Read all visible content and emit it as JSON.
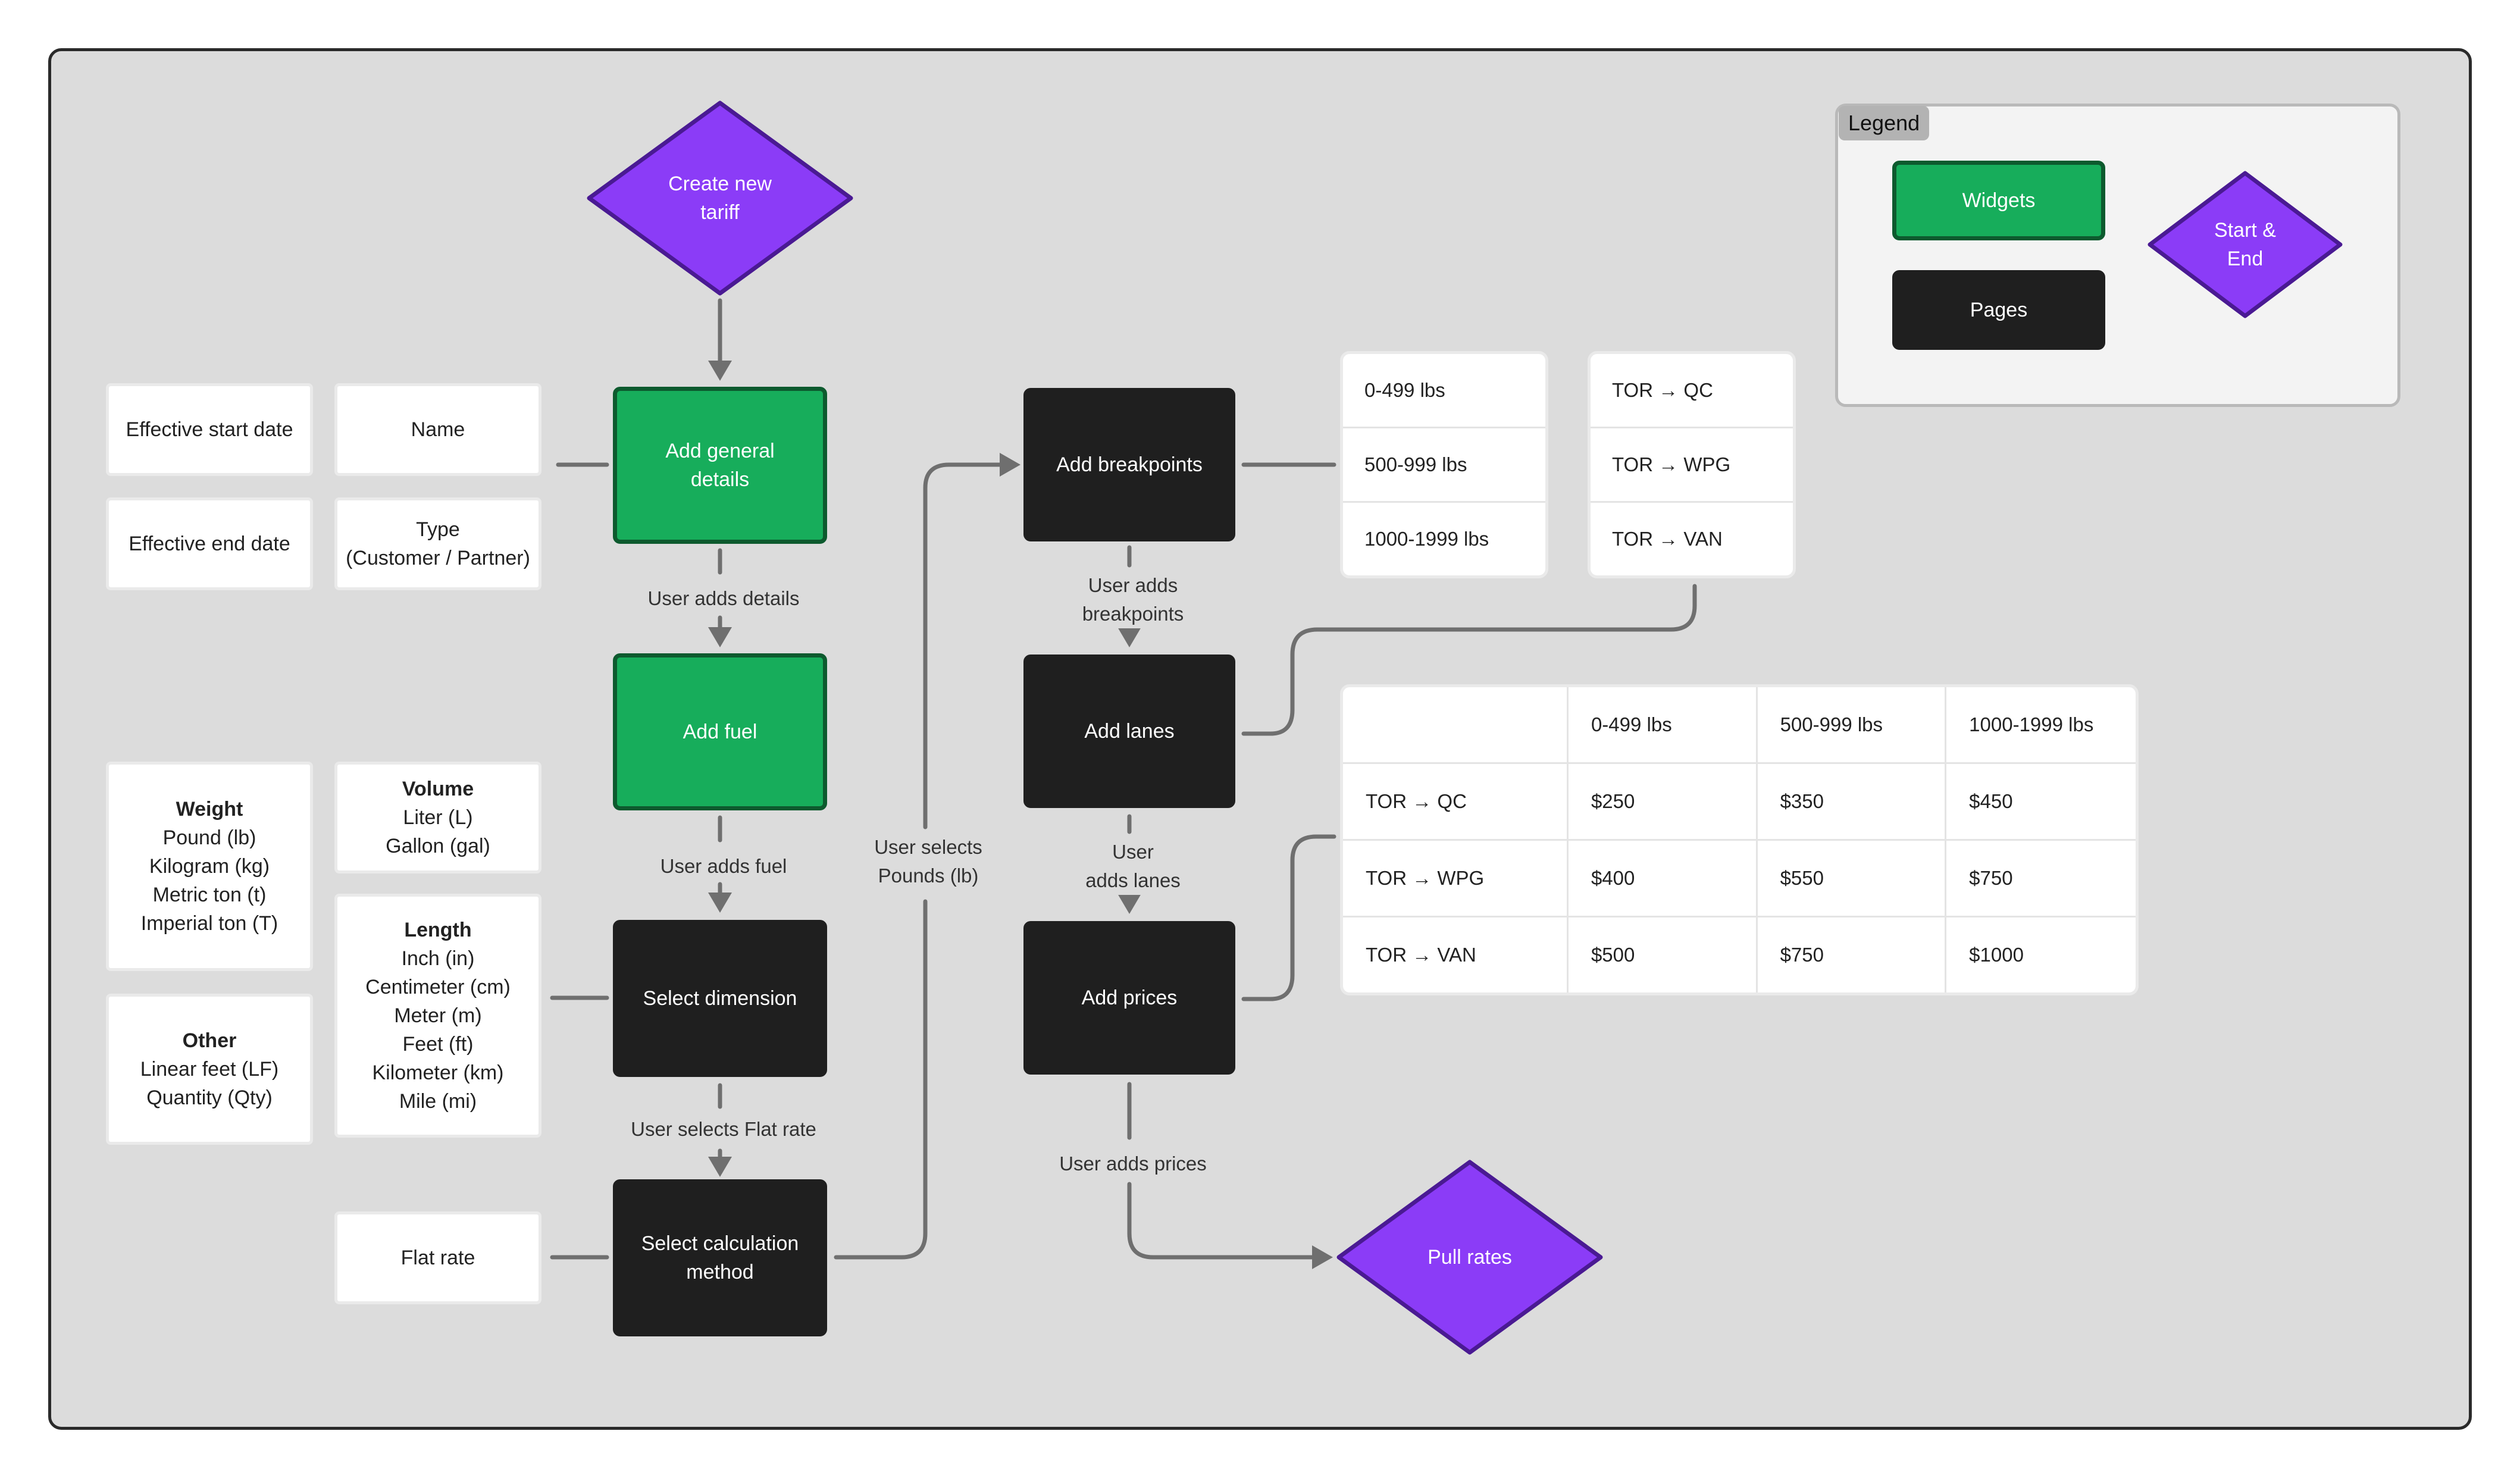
{
  "nodes": {
    "create_new_tariff": "Create new\ntariff",
    "add_general_details": "Add general\ndetails",
    "add_fuel": "Add fuel",
    "select_dimension": "Select dimension",
    "select_calculation_method": "Select calculation\nmethod",
    "add_breakpoints": "Add breakpoints",
    "add_lanes": "Add lanes",
    "add_prices": "Add prices",
    "pull_rates": "Pull rates"
  },
  "edge_labels": {
    "user_adds_details": "User adds details",
    "user_adds_fuel": "User adds fuel",
    "user_selects_flat_rate": "User selects Flat rate",
    "user_selects_pounds": "User selects\nPounds (lb)",
    "user_adds_breakpoints": "User adds\nbreakpoints",
    "user_adds_lanes": "User\nadds lanes",
    "user_adds_prices": "User adds prices"
  },
  "detail_fields": {
    "effective_start_date": "Effective start date",
    "name": "Name",
    "effective_end_date": "Effective end date",
    "type": "Type\n(Customer / Partner)"
  },
  "dimensions": {
    "weight": {
      "title": "Weight",
      "items": "Pound (lb)\nKilogram (kg)\nMetric ton (t)\nImperial ton (T)"
    },
    "volume": {
      "title": "Volume",
      "items": "Liter (L)\nGallon (gal)"
    },
    "length": {
      "title": "Length",
      "items": "Inch (in)\nCentimeter (cm)\nMeter (m)\nFeet (ft)\nKilometer (km)\nMile (mi)"
    },
    "other": {
      "title": "Other",
      "items": "Linear feet (LF)\nQuantity (Qty)"
    }
  },
  "calculation_option": "Flat rate",
  "breakpoints": [
    "0-499 lbs",
    "500-999 lbs",
    "1000-1999 lbs"
  ],
  "lanes": [
    "TOR → QC",
    "TOR → WPG",
    "TOR → VAN"
  ],
  "price_table": {
    "headers": [
      "",
      "0-499 lbs",
      "500-999 lbs",
      "1000-1999 lbs"
    ],
    "rows": [
      [
        "TOR → QC",
        "$250",
        "$350",
        "$450"
      ],
      [
        "TOR → WPG",
        "$400",
        "$550",
        "$750"
      ],
      [
        "TOR → VAN",
        "$500",
        "$750",
        "$1000"
      ]
    ]
  },
  "legend": {
    "title": "Legend",
    "widgets": "Widgets",
    "pages": "Pages",
    "start_end": "Start &\nEnd"
  },
  "colors": {
    "widget_fill": "#17ad5b",
    "page_fill": "#1f1f1f",
    "start_end_fill": "#8b3cf7",
    "connector": "#6f6f6f",
    "canvas": "#dcdcdc"
  }
}
